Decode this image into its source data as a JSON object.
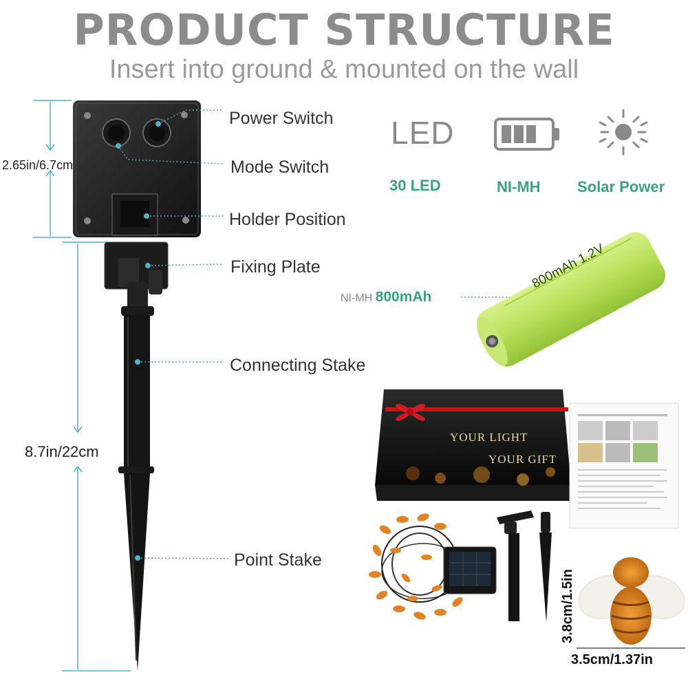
{
  "header": {
    "title": "PRODUCT STRUCTURE",
    "subtitle": "Insert into ground & mounted on the wall"
  },
  "callouts": {
    "power_switch": "Power Switch",
    "mode_switch": "Mode Switch",
    "holder_position": "Holder Position",
    "fixing_plate": "Fixing Plate",
    "connecting_stake": "Connecting Stake",
    "point_stake": "Point Stake"
  },
  "dimensions": {
    "panel_height": "2.65in/6.7cm",
    "stake_height": "8.7in/22cm"
  },
  "features": {
    "led_icon_text": "LED",
    "led_label": "30 LED",
    "battery_label": "NI-MH",
    "solar_label": "Solar Power"
  },
  "battery": {
    "type": "NI-MH",
    "capacity": "800mAh",
    "print": "800mAh 1.2V"
  },
  "gift_box": {
    "line1": "YOUR LIGHT",
    "line2": "YOUR GIFT"
  },
  "bee_size": {
    "height": "3.8cm/1.5in",
    "width": "3.5cm/1.37in"
  },
  "colors": {
    "accent_green": "#3aa37d",
    "dim_line": "#4fb3c9",
    "title_gray": "#8c8c8c"
  }
}
